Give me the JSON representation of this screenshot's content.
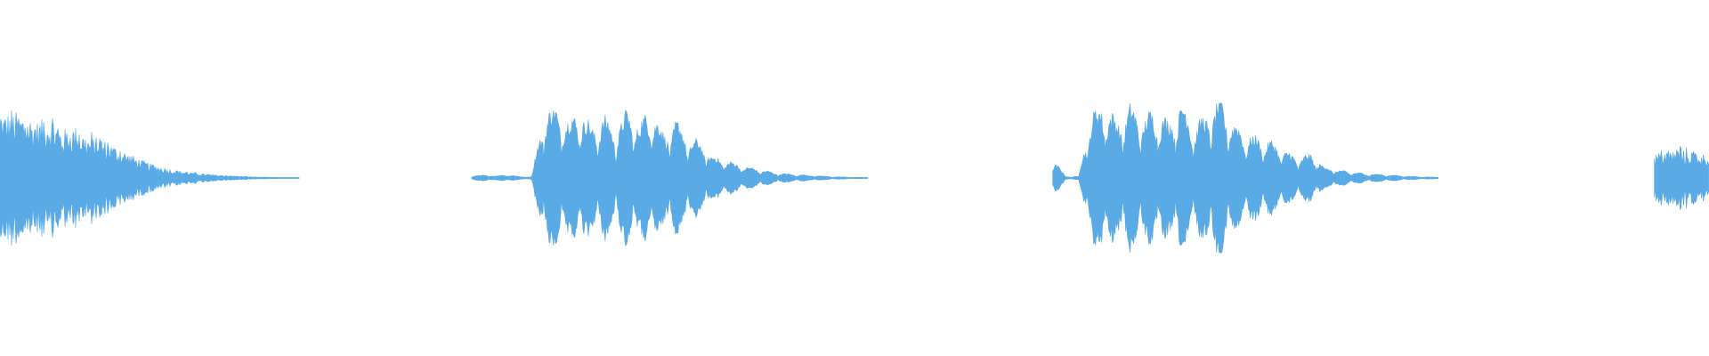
{
  "waveform": {
    "color": "#5aaae6",
    "background": "#ffffff",
    "clips": [
      {
        "start": 0.0,
        "end": 0.175,
        "peak": 0.38,
        "envelope": [
          0.95,
          1.0,
          0.95,
          0.85,
          0.9,
          0.72,
          0.78,
          0.62,
          0.6,
          0.5,
          0.4,
          0.3,
          0.22,
          0.16,
          0.12,
          0.09,
          0.07,
          0.05,
          0.04,
          0.03,
          0.02,
          0.015,
          0.01,
          0.008,
          0.005
        ],
        "style": "noisy"
      },
      {
        "start": 0.276,
        "end": 0.508,
        "peak": 0.38,
        "envelope": [
          0.03,
          0.04,
          0.03,
          0.05,
          0.02,
          0.02,
          0.9,
          1.0,
          0.8,
          0.95,
          0.7,
          0.85,
          0.65,
          0.95,
          0.75,
          1.0,
          0.6,
          0.8,
          0.55,
          0.5,
          0.3,
          0.25,
          0.2,
          0.15,
          0.12,
          0.08,
          0.06,
          0.05,
          0.04,
          0.03,
          0.02,
          0.015,
          0.01,
          0.008
        ],
        "style": "pulses"
      },
      {
        "start": 0.616,
        "end": 0.842,
        "peak": 0.42,
        "envelope": [
          0.25,
          0.02,
          0.02,
          0.8,
          0.95,
          0.7,
          0.9,
          0.75,
          0.85,
          0.7,
          0.95,
          0.65,
          0.8,
          1.0,
          0.7,
          0.55,
          0.5,
          0.45,
          0.35,
          0.25,
          0.3,
          0.15,
          0.1,
          0.08,
          0.06,
          0.05,
          0.04,
          0.03,
          0.02,
          0.015,
          0.01
        ],
        "style": "pulses"
      },
      {
        "start": 0.968,
        "end": 1.0,
        "peak": 0.18,
        "envelope": [
          0.7,
          0.9,
          0.8,
          1.0,
          0.85,
          0.9,
          0.75,
          0.8
        ],
        "style": "noisy"
      }
    ]
  }
}
